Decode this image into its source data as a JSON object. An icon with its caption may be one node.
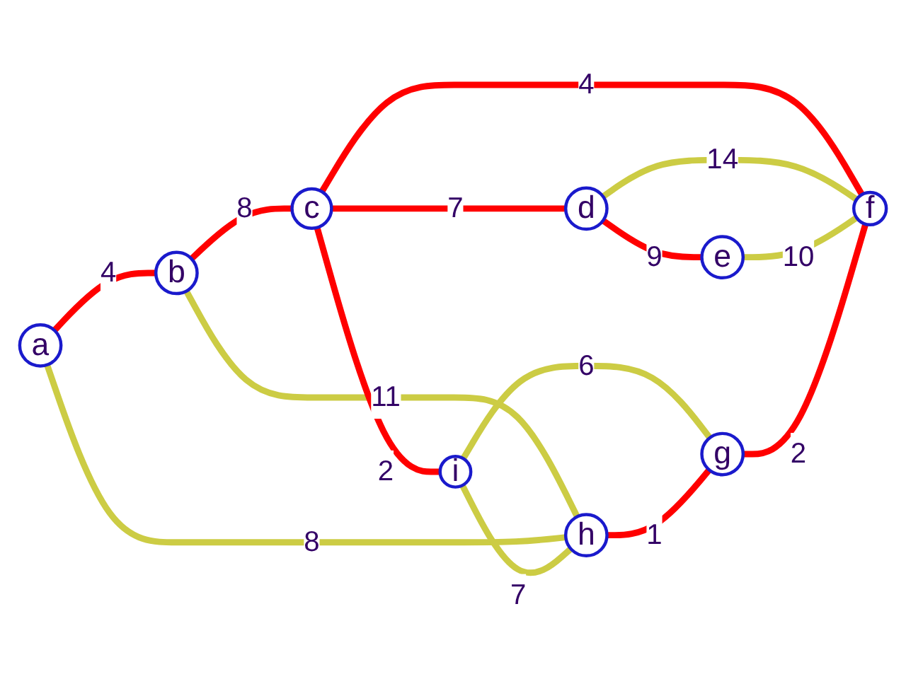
{
  "diagram": {
    "nodes": [
      {
        "text": [
          "b"
        ]
      },
      {
        "text": [
          "c"
        ]
      },
      {
        "text": [
          "d"
        ]
      },
      {
        "text": [
          "i"
        ]
      },
      {
        "text": [
          "a"
        ]
      },
      {
        "text": [
          "e"
        ]
      },
      {
        "text": [
          "h"
        ]
      },
      {
        "text": [
          "g"
        ]
      },
      {
        "text": [
          "f"
        ]
      }
    ],
    "edges": [
      {
        "from": 4,
        "to": 0,
        "arrow": "none",
        "label": "4"
      },
      {
        "from": 0,
        "to": 1,
        "arrow": "none",
        "label": "8"
      },
      {
        "from": 1,
        "to": 2,
        "arrow": "none",
        "label": "7"
      },
      {
        "from": 2,
        "to": 5,
        "arrow": "none",
        "label": "9"
      },
      {
        "from": 0,
        "to": 6,
        "arrow": "none",
        "label": "11",
        "color": "#cccc44"
      },
      {
        "from": 4,
        "to": 6,
        "arrow": "none",
        "label": "8",
        "color": "#cccc44"
      },
      {
        "from": 1,
        "to": 3,
        "arrow": "none",
        "label": "2"
      },
      {
        "from": 3,
        "to": 6,
        "arrow": "none",
        "label": "7",
        "color": "#cccc44"
      },
      {
        "from": 3,
        "to": 7,
        "arrow": "none",
        "label": "6",
        "color": "#cccc44"
      },
      {
        "from": 1,
        "to": 8,
        "arrow": "none",
        "label": "4"
      },
      {
        "from": 2,
        "to": 8,
        "arrow": "none",
        "label": "14",
        "color": "#cccc44"
      },
      {
        "from": 5,
        "to": 8,
        "arrow": "none",
        "label": "10",
        "color": "#cccc44"
      },
      {
        "from": 6,
        "to": 7,
        "arrow": "none",
        "label": "1"
      },
      {
        "from": 7,
        "to": 8,
        "arrow": "none",
        "label": "2"
      }
    ]
  }
}
